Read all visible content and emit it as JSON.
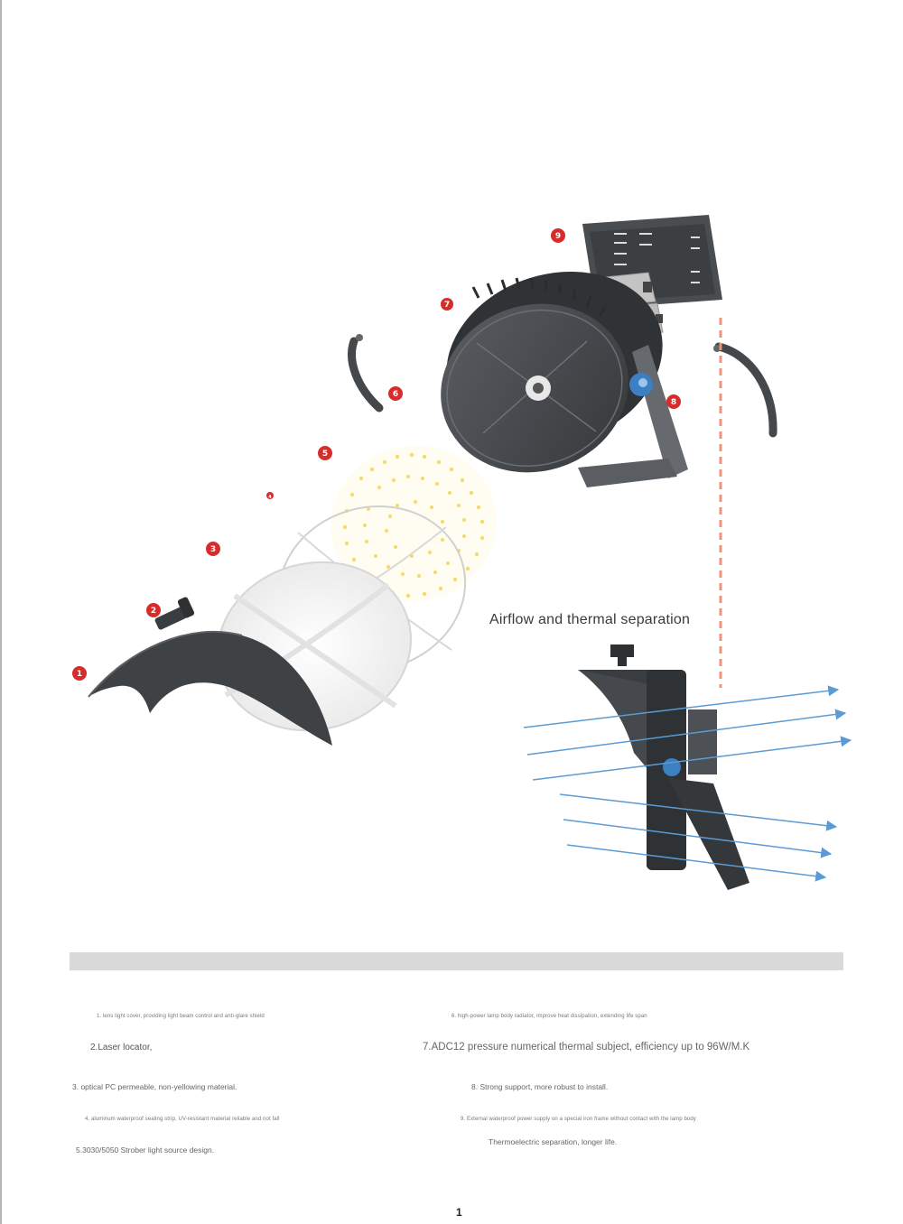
{
  "diagram": {
    "callout_title": "Airflow and thermal separation",
    "badges": [
      "1",
      "2",
      "3",
      "4",
      "5",
      "6",
      "7",
      "8",
      "9"
    ]
  },
  "features": {
    "f1": "1. lens light cover, providing light beam control and anti-glare shield",
    "f2": "2.Laser locator,",
    "f3": "3. optical PC permeable, non-yellowing material.",
    "f4": "4. aluminum waterproof sealing strip, UV-resistant material reliable and not fall",
    "f5": "5.3030/5050 Strober light source design.",
    "f6": "6. high-power lamp body radiator, improve heat dissipation, extending life span",
    "f7": "7.ADC12 pressure numerical thermal subject, efficiency up to 96W/M.K",
    "f8": "8. Strong support, more robust to install.",
    "f9": "9. External waterproof power supply on a special iron frame without contact with the lamp body",
    "f9b": "Thermoelectric separation, longer life."
  },
  "page_number": "1",
  "colors": {
    "badge_red": "#d62c2c",
    "arrow_blue": "#5b9bd5",
    "dashed_orange": "#e9967a",
    "housing_dark": "#4a4d50",
    "band_gray": "#d9d9d9"
  }
}
